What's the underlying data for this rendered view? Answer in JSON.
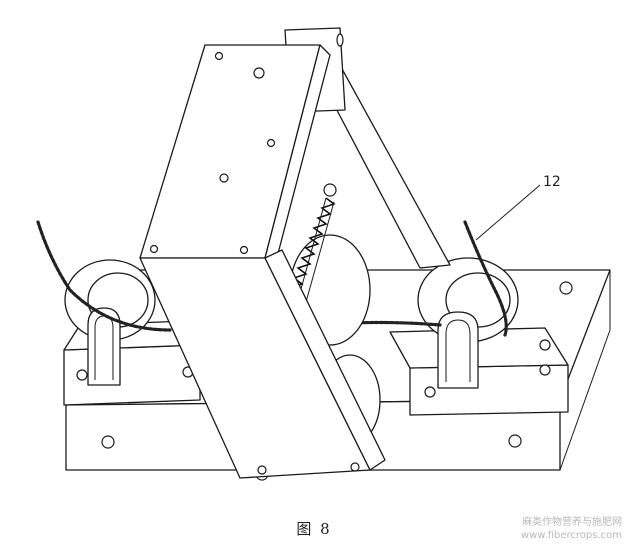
{
  "figure": {
    "caption": "图 8",
    "callout_label": "12"
  },
  "watermark": {
    "line1": "麻类作物营养与施肥网",
    "line2": "www.fibercrops.com"
  }
}
